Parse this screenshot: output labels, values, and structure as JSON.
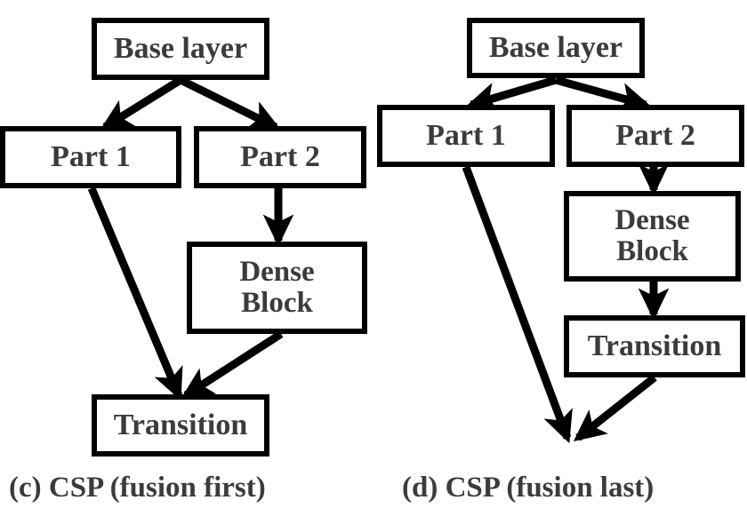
{
  "figure": {
    "background": "#ffffff",
    "stroke_color": "#000000",
    "text_color": "#3b3b3b"
  },
  "diagrams": [
    {
      "id": "c",
      "caption": "(c) CSP (fusion first)",
      "nodes": {
        "base": "Base layer",
        "part1": "Part 1",
        "part2": "Part 2",
        "dense_line1": "Dense",
        "dense_line2": "Block",
        "transition": "Transition"
      },
      "edges": [
        {
          "from": "base",
          "to": "part1",
          "style": "arrow"
        },
        {
          "from": "base",
          "to": "part2",
          "style": "arrow"
        },
        {
          "from": "part2",
          "to": "dense",
          "style": "arrow"
        },
        {
          "from": "part1",
          "to": "transition",
          "style": "arrow"
        },
        {
          "from": "dense",
          "to": "transition",
          "style": "arrow"
        }
      ]
    },
    {
      "id": "d",
      "caption": "(d) CSP (fusion last)",
      "nodes": {
        "base": "Base layer",
        "part1": "Part 1",
        "part2": "Part 2",
        "dense_line1": "Dense",
        "dense_line2": "Block",
        "transition": "Transition"
      },
      "edges": [
        {
          "from": "base",
          "to": "part1",
          "style": "arrow"
        },
        {
          "from": "base",
          "to": "part2",
          "style": "arrow"
        },
        {
          "from": "part2",
          "to": "dense",
          "style": "arrow"
        },
        {
          "from": "dense",
          "to": "transition",
          "style": "arrow"
        },
        {
          "from": "part1",
          "to": "fusion-point",
          "style": "arrow"
        },
        {
          "from": "transition",
          "to": "fusion-point",
          "style": "arrow"
        }
      ]
    }
  ]
}
